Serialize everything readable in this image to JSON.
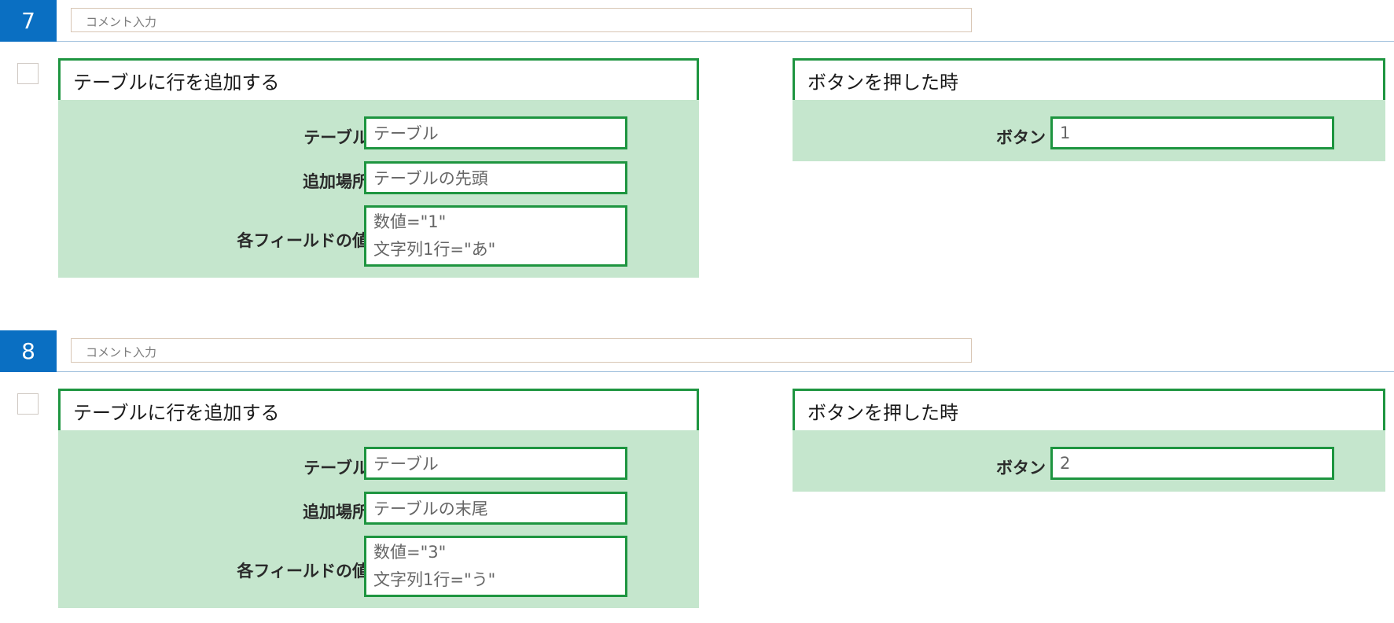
{
  "steps": [
    {
      "number": "7",
      "comment_placeholder": "コメント入力",
      "action": {
        "title": "テーブルに行を追加する",
        "fields": {
          "table_label": "テーブル",
          "table_value": "テーブル",
          "position_label": "追加場所",
          "position_value": "テーブルの先頭",
          "values_label": "各フィールドの値",
          "values_lines": [
            "数値=\"1\"",
            "文字列1行=\"あ\""
          ]
        }
      },
      "trigger": {
        "title": "ボタンを押した時",
        "button_label": "ボタン",
        "button_value": "1"
      }
    },
    {
      "number": "8",
      "comment_placeholder": "コメント入力",
      "action": {
        "title": "テーブルに行を追加する",
        "fields": {
          "table_label": "テーブル",
          "table_value": "テーブル",
          "position_label": "追加場所",
          "position_value": "テーブルの末尾",
          "values_label": "各フィールドの値",
          "values_lines": [
            "数値=\"3\"",
            "文字列1行=\"う\""
          ]
        }
      },
      "trigger": {
        "title": "ボタンを押した時",
        "button_label": "ボタン",
        "button_value": "2"
      }
    }
  ],
  "colors": {
    "step_badge": "#0a6fc2",
    "block_border": "#1e9540",
    "block_fill": "#c5e6cd"
  }
}
